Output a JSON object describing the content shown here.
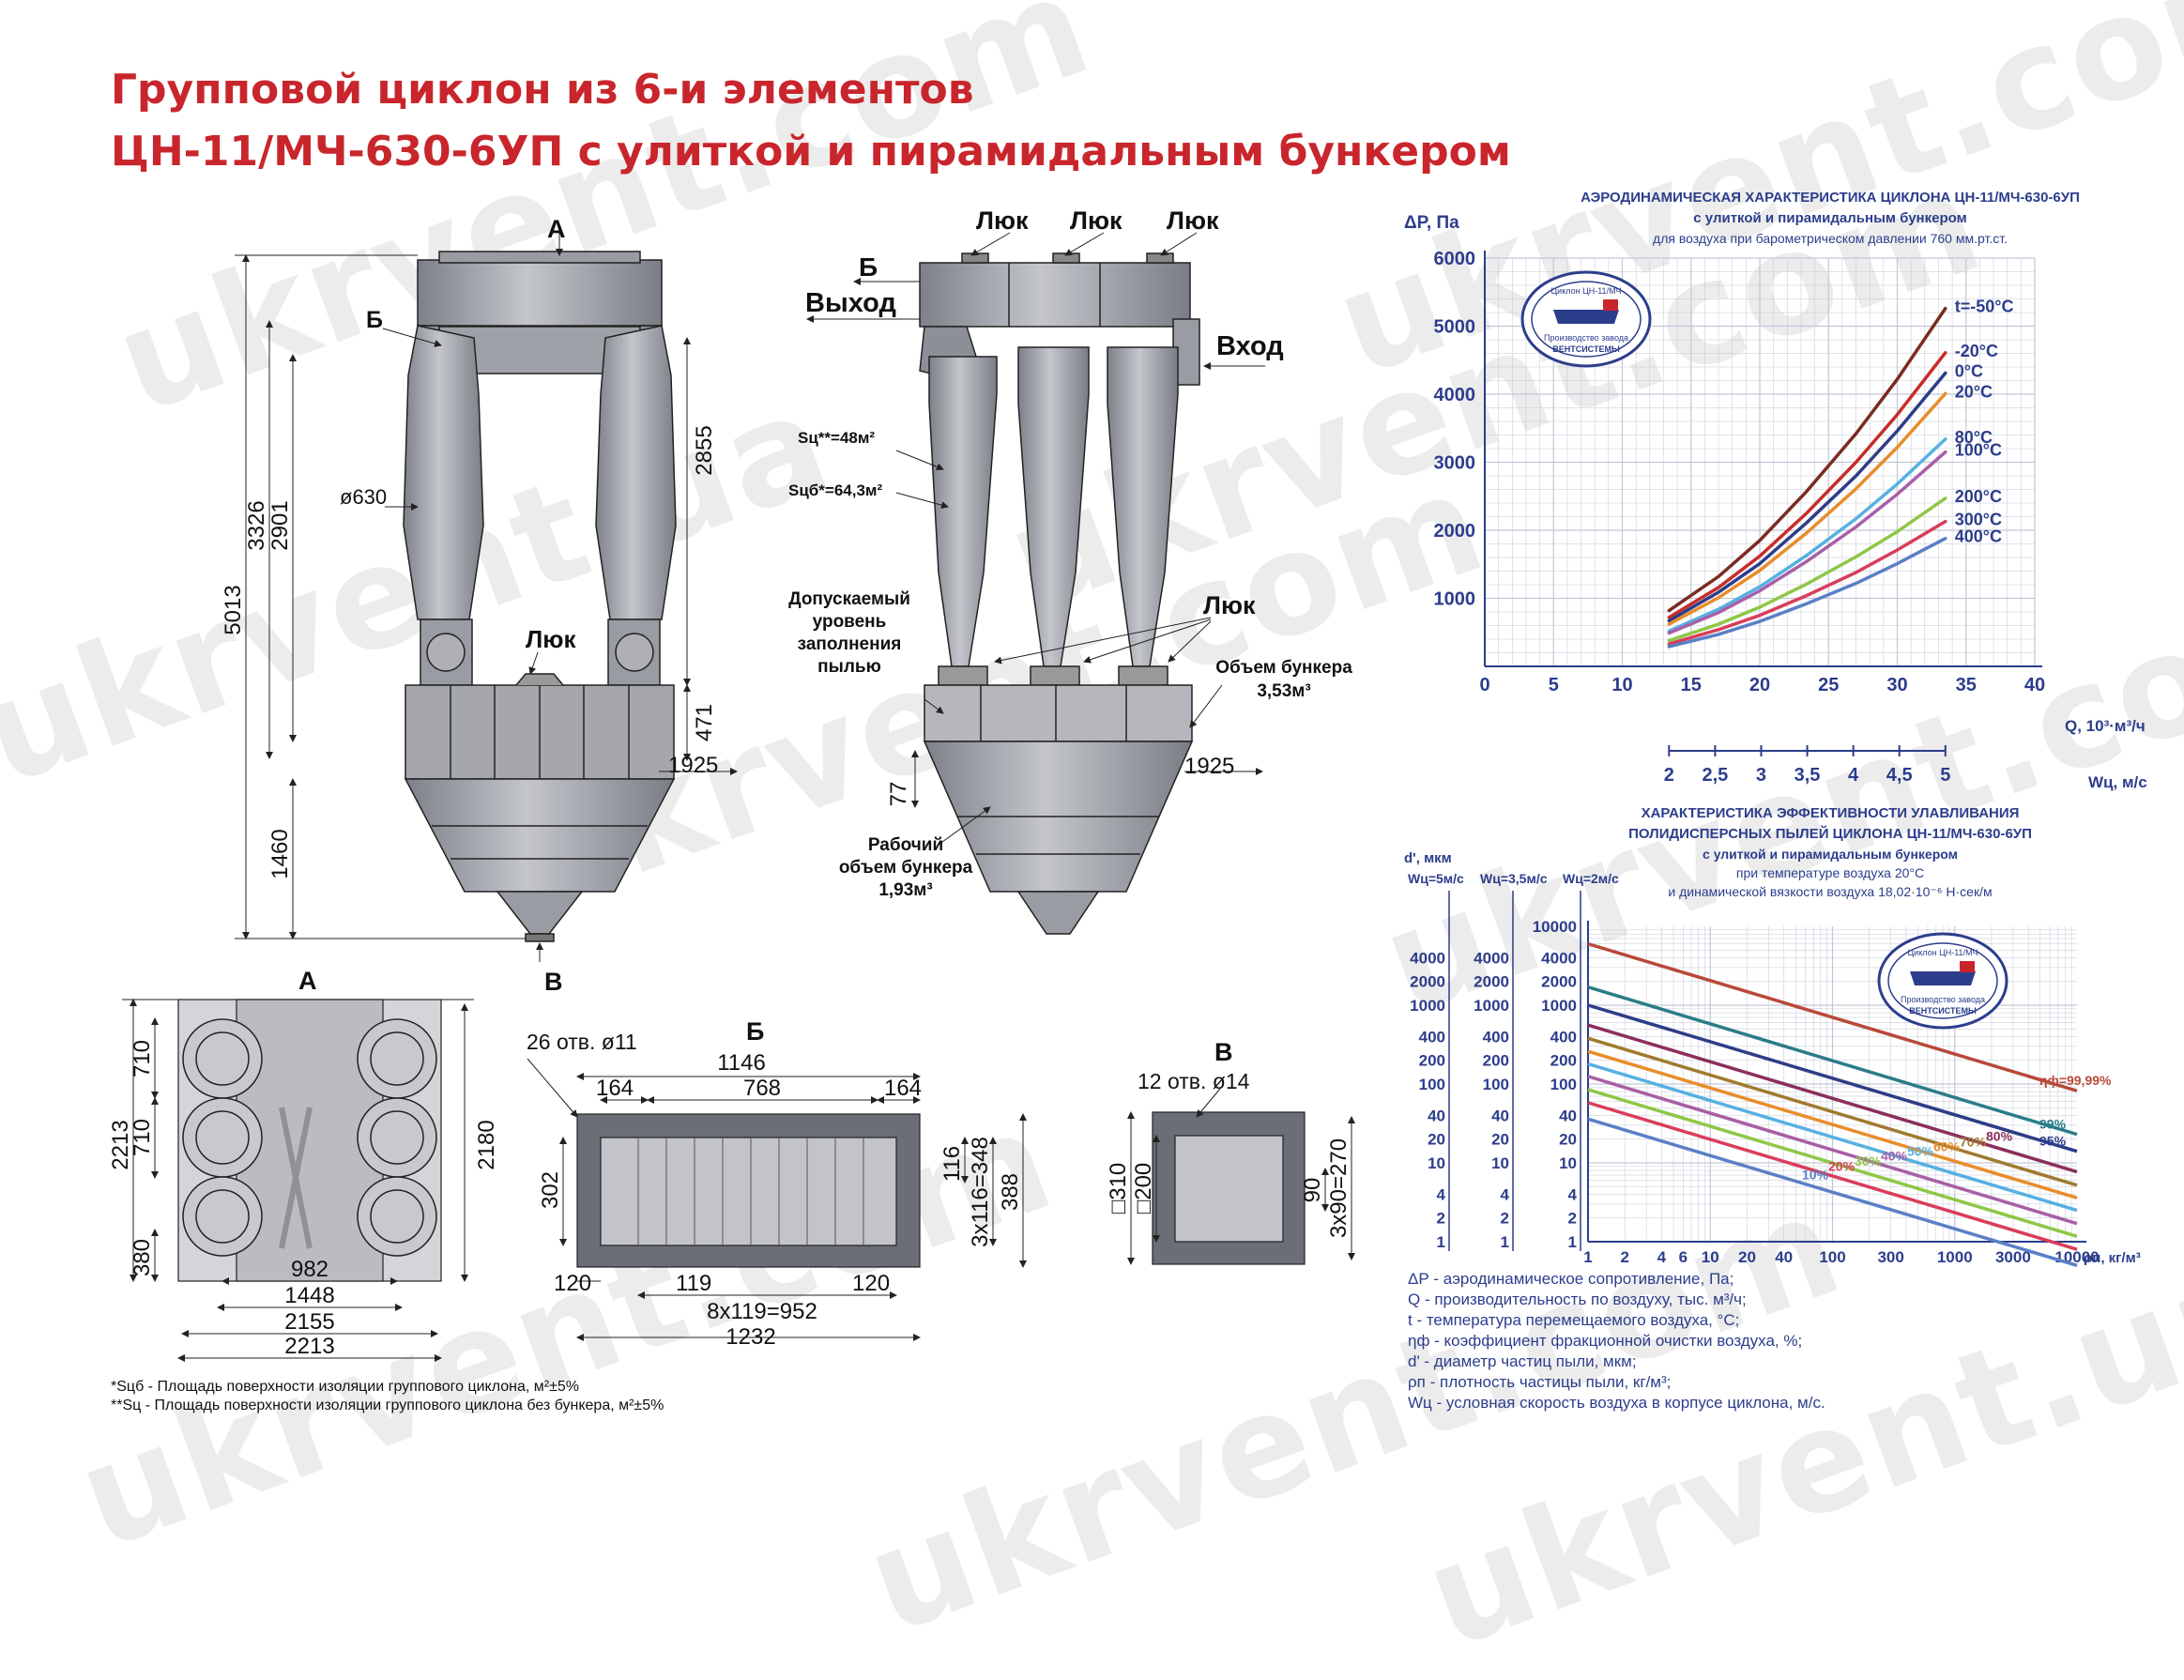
{
  "title": {
    "line1": "Групповой циклон из 6-и элементов",
    "line2": "ЦН-11/МЧ-630-6УП с улиткой и пирамидальным бункером"
  },
  "watermark": "ukrvent.com",
  "watermark_ua": "ukrvent.ua",
  "colors": {
    "title": "#c8262c",
    "chart_text": "#2c3d8c",
    "steel": "#9a9ca3",
    "grid": "#c3c7d6"
  },
  "front": {
    "label_a": "А",
    "label_b": "Б",
    "label_v": "В",
    "hatch": "Люк",
    "diam": "ø630",
    "d5013": "5013",
    "d3326": "3326",
    "d2901": "2901",
    "d2855": "2855",
    "d1460": "1460",
    "d471": "471",
    "d1925": "1925"
  },
  "side": {
    "hatch": "Люк",
    "label_b": "Б",
    "exit": "Выход",
    "entry": "Вход",
    "sc": "Sц**=48м²",
    "scb": "Sцб*=64,3м²",
    "allowed": [
      "Допускаемый",
      "уровень",
      "заполнения",
      "пылью"
    ],
    "volume": [
      "Объем бункера",
      "3,53м³"
    ],
    "working": [
      "Рабочий",
      "объем бункера",
      "1,93м³"
    ],
    "d77": "77",
    "d1925": "1925"
  },
  "plan_a": {
    "label": "А",
    "d710a": "710",
    "d710b": "710",
    "d380": "380",
    "d2213v": "2213",
    "d2180": "2180",
    "d982": "982",
    "d1448": "1448",
    "d2155": "2155",
    "d2213h": "2213"
  },
  "flange_b": {
    "label": "Б",
    "holes": "26 отв. ø11",
    "d1146": "1146",
    "d164a": "164",
    "d768": "768",
    "d164b": "164",
    "d302": "302",
    "d116": "116",
    "d3x116": "3x116=348",
    "d388": "388",
    "d120a": "120",
    "d119": "119",
    "d120b": "120",
    "d8x119": "8x119=952",
    "d1232": "1232"
  },
  "flange_v": {
    "label": "В",
    "holes": "12 отв. ø14",
    "d310": "□310",
    "d200": "□200",
    "d90": "90",
    "d3x90": "3x90=270"
  },
  "chart1": {
    "title": [
      "АЭРОДИНАМИЧЕСКАЯ ХАРАКТЕРИСТИКА ЦИКЛОНА ЦН-11/МЧ-630-6УП",
      "с улиткой и пирамидальным бункером",
      "для воздуха при барометрическом давлении 760 мм.рт.ст."
    ],
    "logo": [
      "Циклон ЦН-11/МЧ",
      "Производство завода",
      "ВЕНТСИСТЕМЫ"
    ]
  },
  "chart2": {
    "title": [
      "ХАРАКТЕРИСТИКА ЭФФЕКТИВНОСТИ УЛАВЛИВАНИЯ",
      "ПОЛИДИСПЕРСНЫХ ПЫЛЕЙ ЦИКЛОНА ЦН-11/МЧ-630-6УП",
      "с улиткой и пирамидальным бункером",
      "при температуре воздуха 20°С",
      "и динамической вязкости воздуха  18,02·10⁻⁶ Н·сек/м"
    ],
    "logo": [
      "Циклон ЦН-11/МЧ",
      "Производство завода",
      "ВЕНТСИСТЕМЫ"
    ]
  },
  "legend": [
    "ΔР - аэродинамическое сопротивление, Па;",
    "Q - производительность по воздуху, тыс. м³/ч;",
    "t - температура перемещаемого воздуха, °С;",
    "ηф - коэффициент фракционной очистки воздуха, %;",
    "d' - диаметр частиц пыли, мкм;",
    "ρп - плотность частицы пыли, кг/м³;",
    "Wц - условная скорость воздуха в корпусе циклона, м/с."
  ],
  "notes": [
    "*Sцб - Площадь поверхности изоляции группового циклона, м²±5%",
    "**Sц - Площадь поверхности изоляции группового циклона без бункера, м²±5%"
  ],
  "chart_data": [
    {
      "type": "line",
      "title": "АЭРОДИНАМИЧЕСКАЯ ХАРАКТЕРИСТИКА ЦИКЛОНА ЦН-11/МЧ-630-6УП",
      "subtitle": "с улиткой и пирамидальным бункером",
      "note": "для воздуха при барометрическом давлении 760 мм.рт.ст.",
      "xlabel": "Q, 10³·м³/ч",
      "ylabel": "ΔP, Па",
      "xlim": [
        0,
        40
      ],
      "ylim": [
        0,
        6000
      ],
      "x_ticks": [
        "0",
        "5",
        "10",
        "15",
        "20",
        "25",
        "30",
        "35",
        "40"
      ],
      "y_ticks": [
        "1000",
        "2000",
        "3000",
        "4000",
        "5000",
        "6000"
      ],
      "secondary_x": {
        "label": "Wц, м/с",
        "ticks": [
          "2",
          "2,5",
          "3",
          "3,5",
          "4",
          "4,5",
          "5"
        ],
        "values": [
          2,
          2.5,
          3,
          3.5,
          4,
          4.5,
          5
        ]
      },
      "grid": true,
      "x": [
        13.4,
        17,
        20,
        23.4,
        27,
        30,
        33.5
      ],
      "series": [
        {
          "name": "t=-50°С",
          "color": "#7a2b22",
          "values": [
            820,
            1320,
            1850,
            2570,
            3420,
            4220,
            5260
          ]
        },
        {
          "name": "-20°С",
          "color": "#c62d2a",
          "values": [
            720,
            1160,
            1620,
            2250,
            3000,
            3700,
            4610
          ]
        },
        {
          "name": "0°С",
          "color": "#2d3d88",
          "values": [
            670,
            1090,
            1510,
            2110,
            2800,
            3460,
            4310
          ]
        },
        {
          "name": "20°С",
          "color": "#e88d2b",
          "values": [
            620,
            1010,
            1410,
            1960,
            2610,
            3220,
            4010
          ]
        },
        {
          "name": "80°С",
          "color": "#56b0e2",
          "values": [
            520,
            840,
            1170,
            1630,
            2170,
            2680,
            3340
          ]
        },
        {
          "name": "100°С",
          "color": "#a85fa6",
          "values": [
            490,
            790,
            1110,
            1540,
            2050,
            2530,
            3150
          ]
        },
        {
          "name": "200°С",
          "color": "#8ec747",
          "values": [
            380,
            620,
            870,
            1210,
            1610,
            1980,
            2470
          ]
        },
        {
          "name": "300°С",
          "color": "#d83d5a",
          "values": [
            330,
            540,
            750,
            1040,
            1380,
            1710,
            2130
          ]
        },
        {
          "name": "400°С",
          "color": "#5a7fc7",
          "values": [
            290,
            470,
            660,
            920,
            1220,
            1510,
            1880
          ]
        }
      ]
    },
    {
      "type": "line",
      "title": "ХАРАКТЕРИСТИКА ЭФФЕКТИВНОСТИ УЛАВЛИВАНИЯ ПОЛИДИСПЕРСНЫХ ПЫЛЕЙ ЦИКЛОНА ЦН-11/МЧ-630-6УП",
      "xlabel": "ρп, кг/м³",
      "ylabel": "d', мкм",
      "x_scale": "log",
      "y_scale": "log",
      "xlim": [
        1,
        10000
      ],
      "ylim": [
        1,
        10000
      ],
      "x_ticks": [
        "1",
        "2",
        "4",
        "6",
        "10",
        "20",
        "40",
        "100",
        "300",
        "1000",
        "3000",
        "10000"
      ],
      "y_axes": [
        {
          "label": "Wц=5м/с",
          "ticks": [
            "1",
            "2",
            "4",
            "10",
            "20",
            "40",
            "100",
            "200",
            "400",
            "1000",
            "2000",
            "4000"
          ]
        },
        {
          "label": "Wц=3,5м/с",
          "ticks": [
            "1",
            "2",
            "4",
            "10",
            "20",
            "40",
            "100",
            "200",
            "400",
            "1000",
            "2000",
            "4000"
          ]
        },
        {
          "label": "Wц=2м/с",
          "ticks": [
            "1",
            "2",
            "4",
            "10",
            "20",
            "40",
            "100",
            "200",
            "400",
            "1000",
            "2000",
            "4000",
            "10000"
          ]
        }
      ],
      "grid": true,
      "x": [
        1,
        10000
      ],
      "series": [
        {
          "name": "ηф=99,99%",
          "color": "#b8493a",
          "values": [
            6000,
            82
          ]
        },
        {
          "name": "99%",
          "color": "#2a7d88",
          "values": [
            1700,
            23
          ]
        },
        {
          "name": "95%",
          "color": "#2d3d88",
          "values": [
            1000,
            14
          ]
        },
        {
          "name": "80%",
          "color": "#8b2f5c",
          "values": [
            560,
            7.7
          ]
        },
        {
          "name": "70%",
          "color": "#a07a2e",
          "values": [
            380,
            5.2
          ]
        },
        {
          "name": "60%",
          "color": "#e88d2b",
          "values": [
            260,
            3.6
          ]
        },
        {
          "name": "50%",
          "color": "#56b0e2",
          "values": [
            180,
            2.5
          ]
        },
        {
          "name": "40%",
          "color": "#a85fa6",
          "values": [
            125,
            1.7
          ]
        },
        {
          "name": "30%",
          "color": "#8ec747",
          "values": [
            85,
            1.17
          ]
        },
        {
          "name": "20%",
          "color": "#d83d5a",
          "values": [
            58,
            0.8
          ]
        },
        {
          "name": "10%",
          "color": "#5a7fc7",
          "values": [
            36,
            0.5
          ]
        }
      ]
    }
  ]
}
